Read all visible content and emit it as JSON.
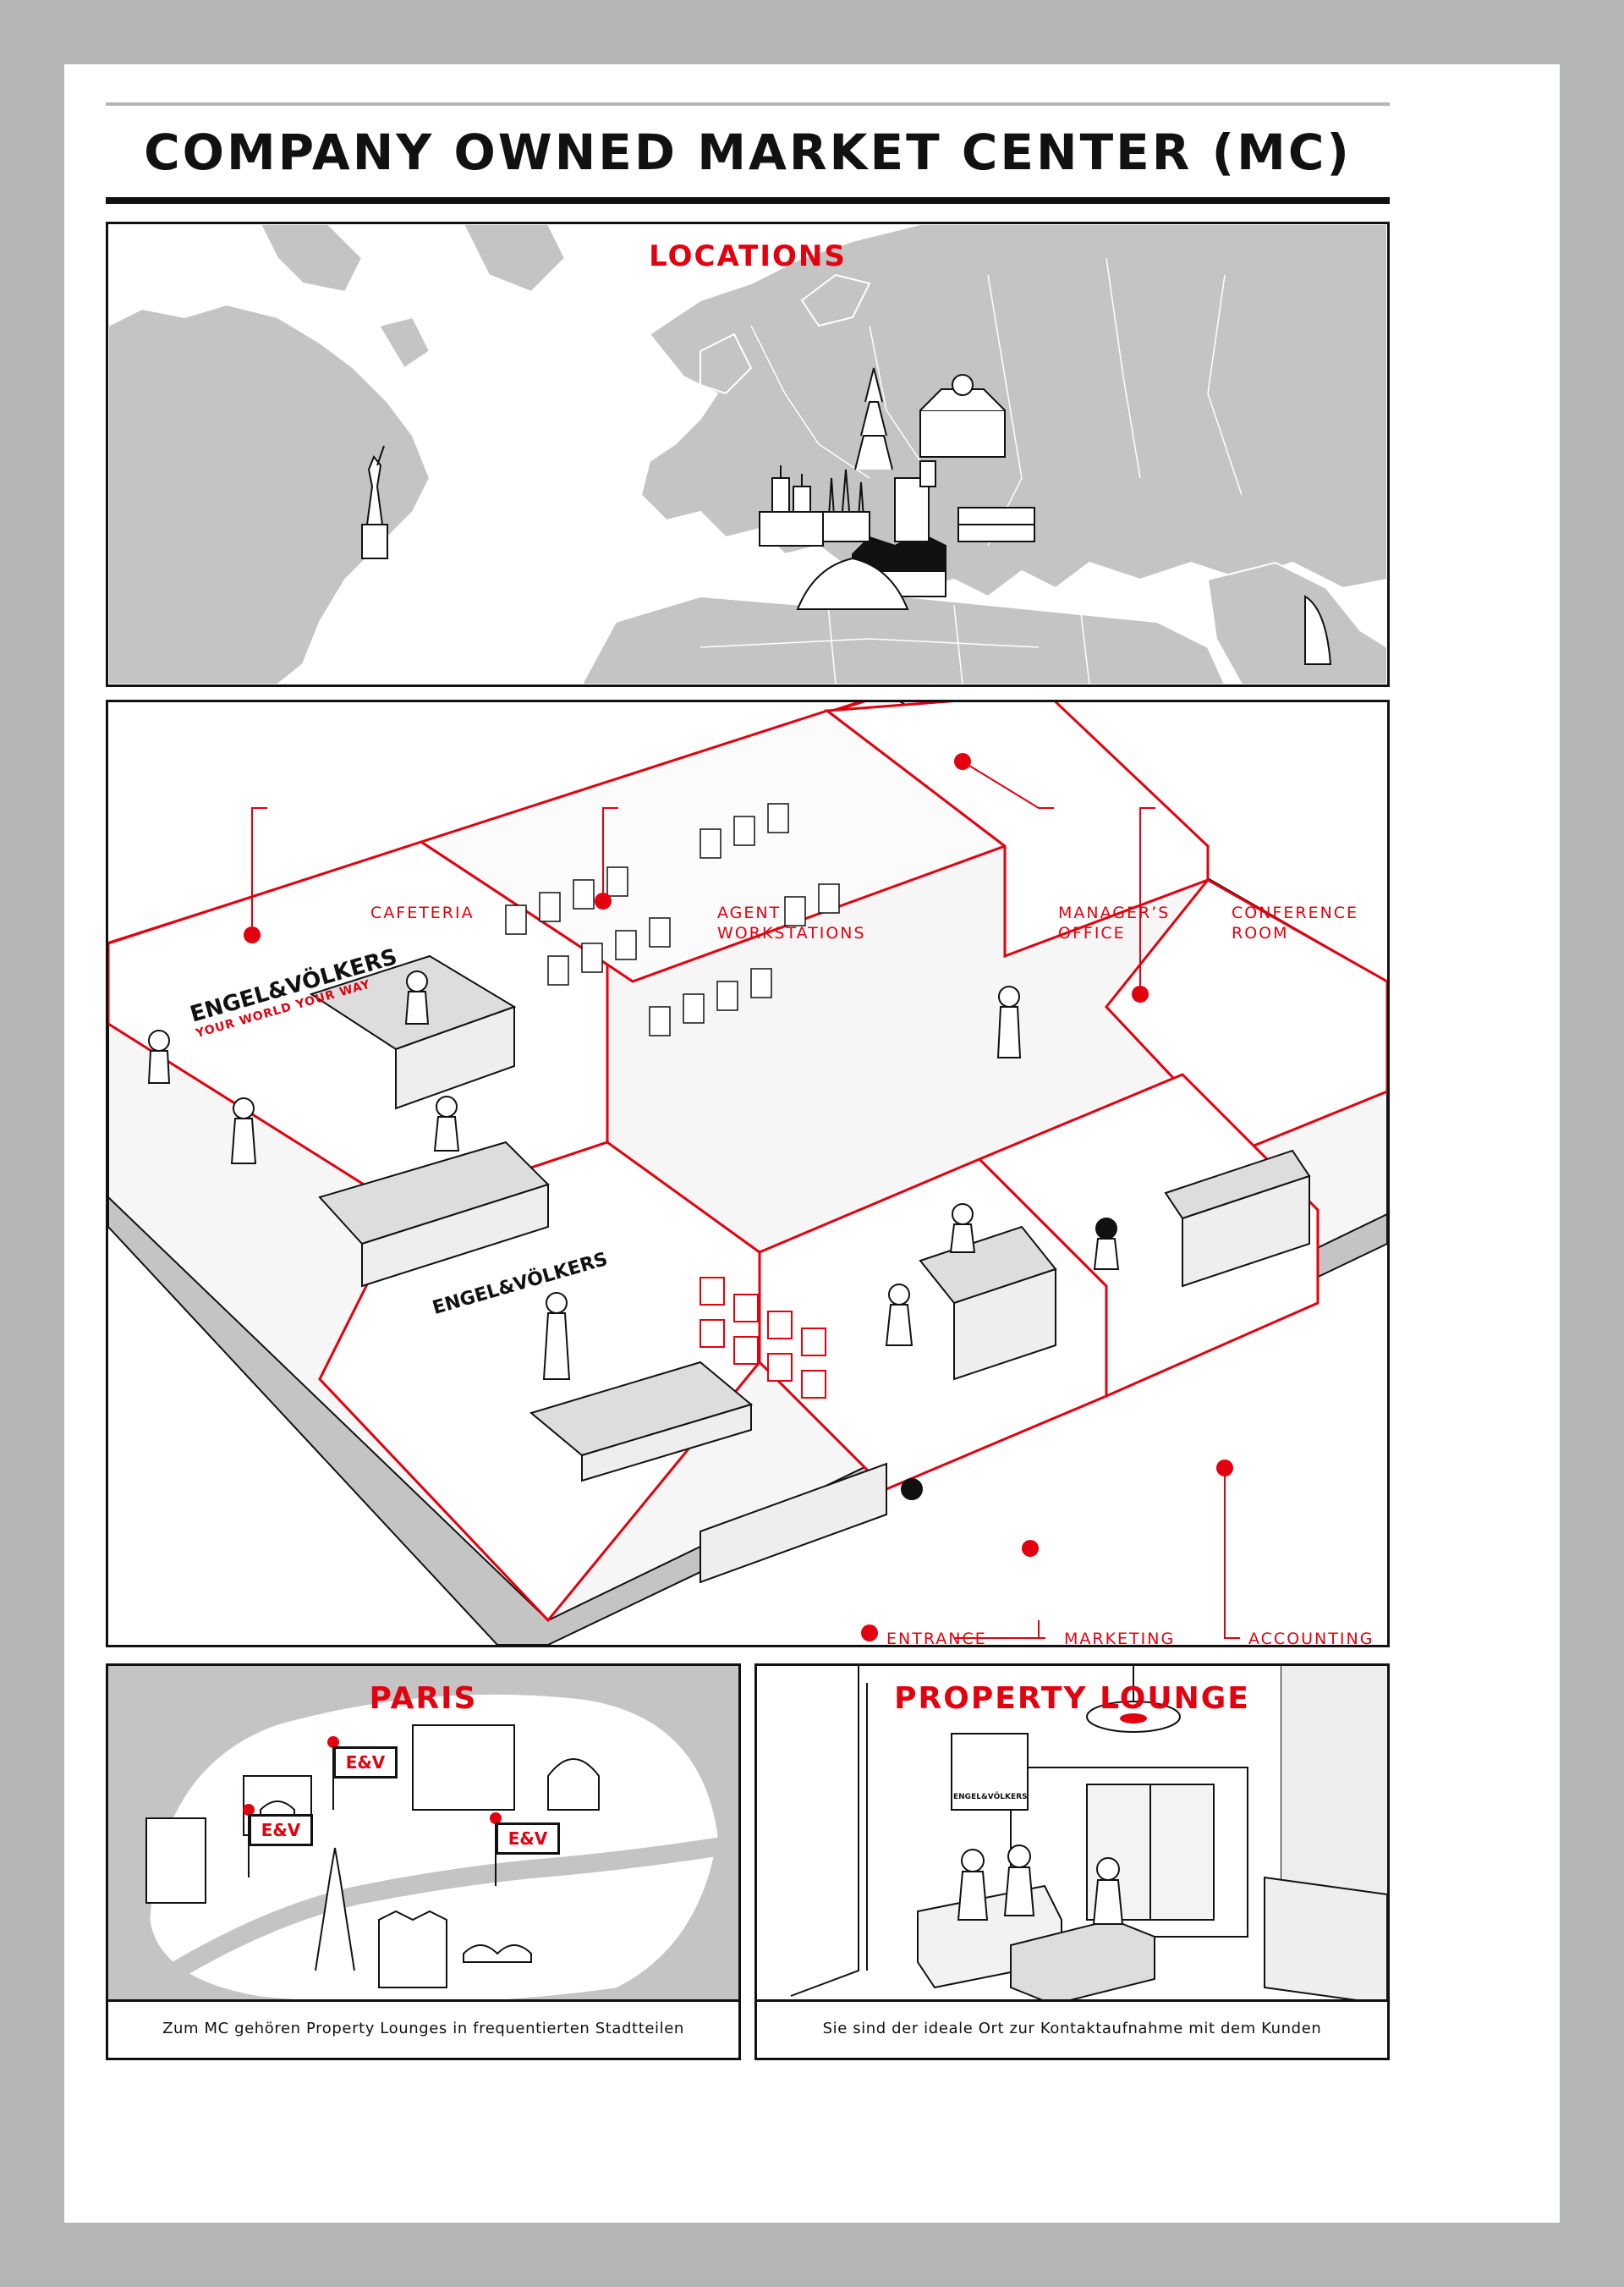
{
  "title": "COMPANY OWNED MARKET CENTER (MC)",
  "colors": {
    "accent": "#e3000f",
    "map_land": "#c4c4c4",
    "frame": "#b3b5b6",
    "ink": "#111111"
  },
  "locations": {
    "heading": "LOCATIONS",
    "landmark_icons": [
      "statue-of-liberty-icon",
      "elbphilharmonie-icon",
      "eiffel-tower-icon",
      "berlin-cathedral-icon",
      "sagrada-familia-icon",
      "spanish-palace-icon",
      "valencia-arts-icon",
      "tower-castle-icon",
      "colosseum-icon",
      "burj-al-arab-icon"
    ]
  },
  "floorplan": {
    "brand_wall": "ENGEL&VÖLKERS",
    "brand_tagline": "YOUR WORLD YOUR WAY",
    "brand_reception": "ENGEL&VÖLKERS",
    "labels": {
      "cafeteria": "CAFETERIA",
      "agent_1": "AGENT",
      "agent_2": "WORKSTATIONS",
      "manager_1": "MANAGER’S",
      "manager_2": "OFFICE",
      "conference_1": "CONFERENCE",
      "conference_2": "ROOM",
      "entrance": "ENTRANCE",
      "marketing": "MARKETING",
      "accounting": "ACCOUNTING"
    }
  },
  "paris": {
    "heading": "PARIS",
    "signs": [
      "E&V",
      "E&V",
      "E&V"
    ],
    "caption": "Zum MC gehören Property Lounges in frequentierten Stadtteilen"
  },
  "lounge": {
    "heading": "PROPERTY LOUNGE",
    "brand": "ENGEL&VÖLKERS",
    "caption": "Sie sind der ideale Ort zur Kontaktaufnahme mit dem Kunden"
  }
}
